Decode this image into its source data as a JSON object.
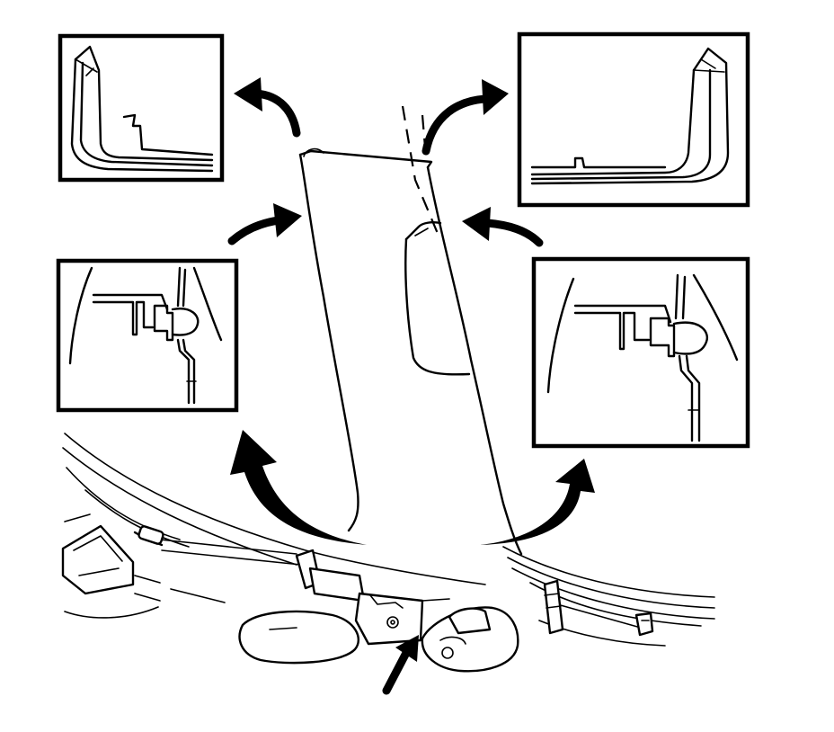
{
  "figure": {
    "type": "service-manual-line-illustration",
    "components": [
      "pillar-trim-panel",
      "upper-left-detail-view",
      "upper-right-detail-view",
      "left-clip-detail-view",
      "right-clip-detail-view",
      "vehicle-lower-body-structure"
    ],
    "arrows": [
      "upper-left",
      "upper-right",
      "middle-left",
      "middle-right",
      "lower-left",
      "lower-right",
      "bottom-pointer"
    ],
    "colors": {
      "line": "#000000",
      "background": "#ffffff"
    }
  }
}
